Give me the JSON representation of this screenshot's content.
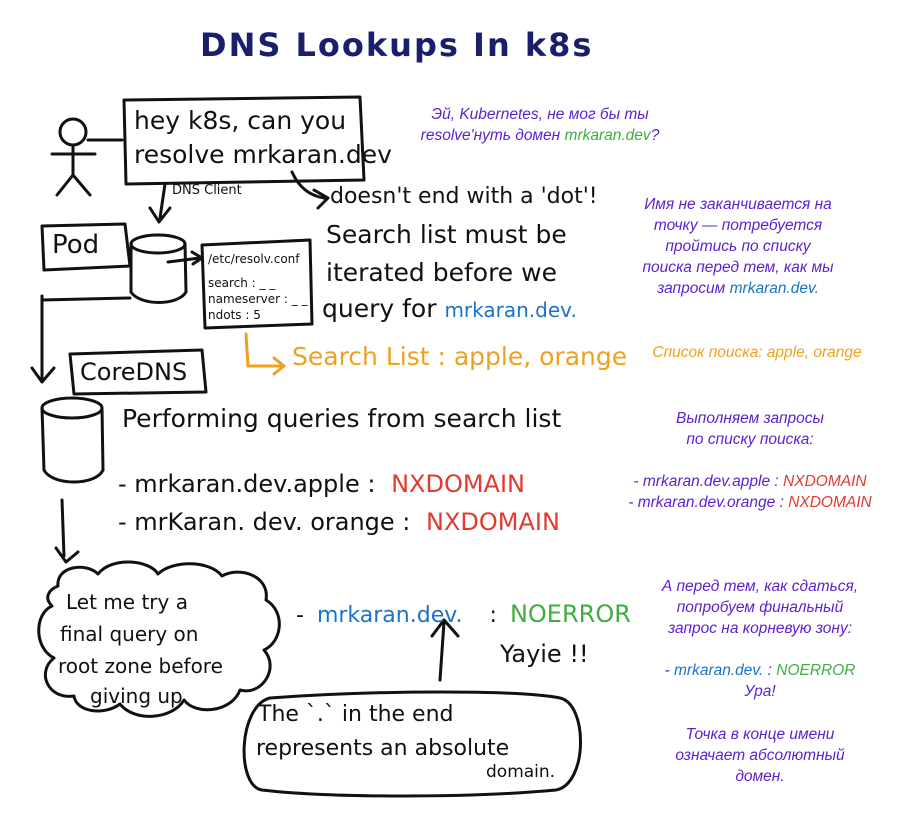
{
  "title": "DNS Lookups In k8s",
  "speech": {
    "line1": "hey k8s, can you",
    "line2": "resolve mrkaran.dev"
  },
  "dns_client": "DNS Client",
  "pod": "Pod",
  "resolv": {
    "filename": "/etc/resolv.conf",
    "search": "search : _ _",
    "nameserver": "nameserver : _ _",
    "ndots": "ndots : 5"
  },
  "dot_note": {
    "line1": "doesn't end with a 'dot'!",
    "line2": "Search list must be",
    "line3": "iterated before we",
    "line4_prefix": "query for",
    "domain": "mrkaran.dev."
  },
  "search_list": "Search List : apple, orange",
  "coredns": "CoreDNS",
  "queries": {
    "header": "Performing queries from search list",
    "q1_prefix": "- mrkaran.dev.apple :",
    "q1_result": "NXDOMAIN",
    "q2_prefix": "- mrKaran. dev. orange :",
    "q2_result": "NXDOMAIN"
  },
  "cloud": {
    "line1": "Let me try a",
    "line2": "final query on",
    "line3": "root zone before",
    "line4": "giving up"
  },
  "root": {
    "prefix": "-",
    "domain": "mrkaran.dev.",
    "colon": ":",
    "result": "NOERROR",
    "yay": "Yayie !!"
  },
  "absolute_note": {
    "line1": "The `.` in the end",
    "line2": "represents an absolute",
    "line3": "domain."
  },
  "ru": {
    "b1_l1": "Эй, Kubernetes, не мог бы ты",
    "b1_l2_prefix": "resolve'нуть домен",
    "b1_domain": "mrkaran.dev",
    "b1_suffix": "?",
    "b2_l1": "Имя не заканчивается на",
    "b2_l2": "точку — потребуется",
    "b2_l3": "пройтись по списку",
    "b2_l4": "поиска перед тем, как мы",
    "b2_l5_prefix": "запросим",
    "b2_domain": "mrkaran.dev.",
    "b3": "Список поиска: apple, orange",
    "b4_l1": "Выполняем запросы",
    "b4_l2": "по списку поиска:",
    "b4_q1_prefix": "- mrkaran.dev.apple :",
    "b4_q1_result": "NXDOMAIN",
    "b4_q2_prefix": "- mrkaran.dev.orange :",
    "b4_q2_result": "NXDOMAIN",
    "b5_l1": "А перед тем, как сдаться,",
    "b5_l2": "попробуем финальный",
    "b5_l3": "запрос на корневую зону:",
    "b5_q_prefix": "-",
    "b5_domain": "mrkaran.dev.",
    "b5_colon": ":",
    "b5_result": "NOERROR",
    "b5_yay": "Ура!",
    "b6_l1": "Точка в конце имени",
    "b6_l2": "означает абсолютный",
    "b6_l3": "домен."
  },
  "colors": {
    "ink": "#111111",
    "title": "#1b1f6b",
    "blue": "#1a73c8",
    "green": "#3fae3f",
    "orange": "#f0a020",
    "red": "#e23a2e",
    "purple": "#5b1fd0"
  }
}
